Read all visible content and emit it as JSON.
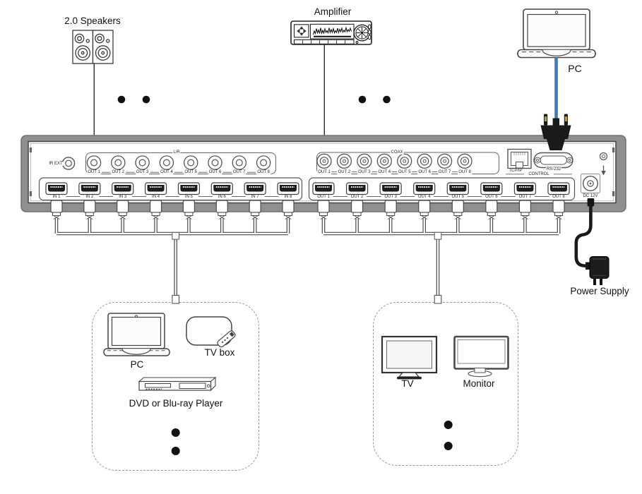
{
  "diagram": {
    "speakers_label": "2.0 Speakers",
    "amplifier_label": "Amplifier",
    "pc_top_label": "PC",
    "power_supply_label": "Power Supply"
  },
  "rack": {
    "ir_ext_label": "IR EXT",
    "lr_group_label": "L/R",
    "coax_group_label": "COAX",
    "lr_out_labels": [
      "OUT 1",
      "OUT 2",
      "OUT 3",
      "OUT 4",
      "OUT 5",
      "OUT 6",
      "OUT 7",
      "OUT 8"
    ],
    "coax_out_labels": [
      "OUT 1",
      "OUT 2",
      "OUT 3",
      "OUT 4",
      "OUT 5",
      "OUT 6",
      "OUT 7",
      "OUT 8"
    ],
    "hdmi_in_labels": [
      "IN 1",
      "IN 2",
      "IN 3",
      "IN 4",
      "IN 5",
      "IN 6",
      "IN 7",
      "IN 8"
    ],
    "hdmi_out_labels": [
      "OUT 1",
      "OUT 2",
      "OUT 3",
      "OUT 4",
      "OUT 5",
      "OUT 6",
      "OUT 7",
      "OUT 8"
    ],
    "tcpip_label": "TCP/IP",
    "rs232_label": "RS-232",
    "control_label": "CONTROL",
    "dc_label": "DC 12V"
  },
  "sources_box": {
    "pc_label": "PC",
    "tv_box_label": "TV box",
    "dvd_label": "DVD or Blu-ray Player"
  },
  "displays_box": {
    "tv_label": "TV",
    "monitor_label": "Monitor"
  },
  "colors": {
    "cable_blue": "#3b7cc0",
    "chassis_gray": "#909090",
    "cable_black": "#1a1a1a"
  }
}
